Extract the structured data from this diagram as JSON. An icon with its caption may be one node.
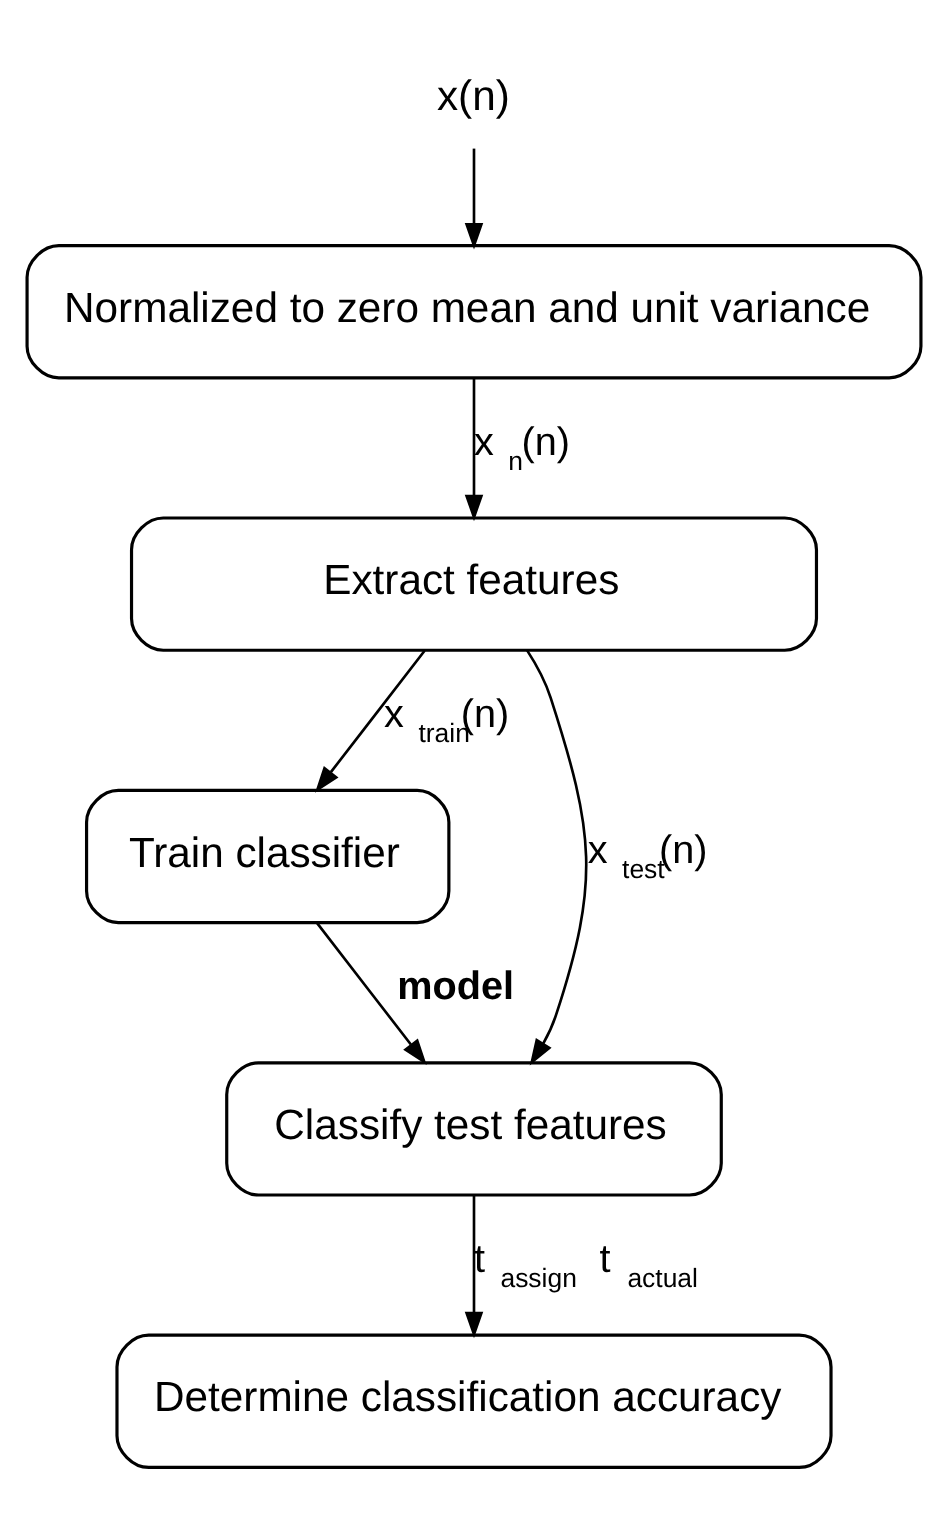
{
  "diagram": {
    "nodes": [
      {
        "text": [
          "x(n)"
        ]
      },
      {
        "text": [
          "Normalized to zero mean and unit variance"
        ]
      },
      {
        "text": [
          "Extract features"
        ]
      },
      {
        "text": [
          "Train classifier"
        ]
      },
      {
        "text": [
          "Classify test features"
        ]
      },
      {
        "text": [
          "Determine classification accuracy"
        ]
      }
    ],
    "edges": [
      {
        "from": 0,
        "to": 1,
        "arrow": "to"
      },
      {
        "from": 1,
        "to": 2,
        "arrow": "to",
        "label": "x$_{n}$(n)"
      },
      {
        "from": 2,
        "to": 4,
        "arrow": "to",
        "label": "x$_{test}$(n)"
      },
      {
        "from": 2,
        "to": 3,
        "arrow": "to",
        "label": "x$_{train}$(n)"
      },
      {
        "from": 3,
        "to": 4,
        "arrow": "to",
        "label": "model"
      },
      {
        "from": 4,
        "to": 5,
        "arrow": "to",
        "label": "t$_{assign}$    t$_{actual}$"
      }
    ]
  }
}
